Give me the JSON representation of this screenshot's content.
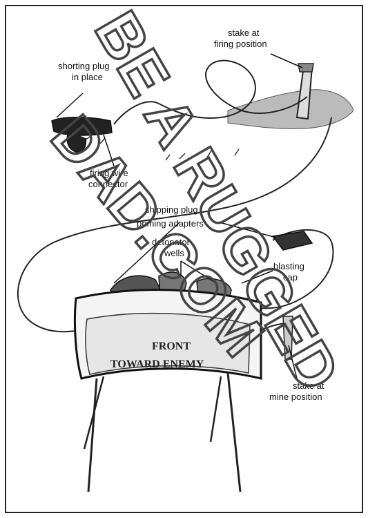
{
  "labels": {
    "stake_firing": [
      "stake at",
      "firing position"
    ],
    "shorting_plug": [
      "shorting plug",
      "in place"
    ],
    "firing_wire": [
      "firing wire",
      "connector"
    ],
    "shipping_plug": [
      "shipping plug",
      "priming adapters"
    ],
    "detonator_wells": [
      "detonator",
      "wells"
    ],
    "blasting_cap": [
      "blasting",
      "cap"
    ],
    "stake_mine": [
      "stake at",
      "mine position"
    ]
  },
  "mine_face": [
    "FRONT",
    "TOWARD ENEMY"
  ],
  "watermark": [
    "BE A RUGGED",
    "DAD.COM"
  ]
}
